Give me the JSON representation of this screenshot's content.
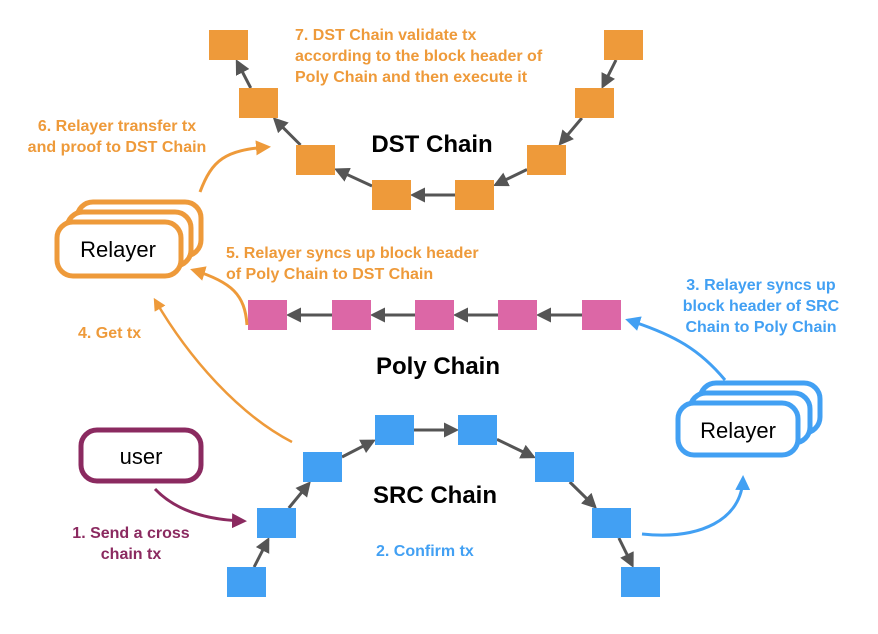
{
  "colors": {
    "orange": "#EE9A3A",
    "pink": "#DC67A6",
    "blue": "#42A0F3",
    "purple": "#8B2A60",
    "arrow_gray": "#555555",
    "text_black": "#000000"
  },
  "chains": {
    "dst": {
      "title": "DST Chain",
      "block_color": "orange",
      "block_count": 8
    },
    "poly": {
      "title": "Poly Chain",
      "block_color": "pink",
      "block_count": 5
    },
    "src": {
      "title": "SRC Chain",
      "block_color": "blue",
      "block_count": 8
    }
  },
  "actors": {
    "relayer_left": {
      "label": "Relayer",
      "color": "orange"
    },
    "relayer_right": {
      "label": "Relayer",
      "color": "blue"
    },
    "user": {
      "label": "user",
      "color": "purple"
    }
  },
  "steps": [
    {
      "id": 1,
      "lines": [
        "1. Send a cross",
        "chain tx"
      ],
      "color": "purple"
    },
    {
      "id": 2,
      "lines": [
        "2. Confirm tx"
      ],
      "color": "blue"
    },
    {
      "id": 3,
      "lines": [
        "3. Relayer syncs up",
        "block header of SRC",
        "Chain to Poly Chain"
      ],
      "color": "blue"
    },
    {
      "id": 4,
      "lines": [
        "4. Get tx"
      ],
      "color": "orange"
    },
    {
      "id": 5,
      "lines": [
        "5. Relayer syncs up block header",
        "of Poly Chain to DST Chain"
      ],
      "color": "orange"
    },
    {
      "id": 6,
      "lines": [
        "6. Relayer transfer tx",
        "and proof to DST Chain"
      ],
      "color": "orange"
    },
    {
      "id": 7,
      "lines": [
        "7. DST Chain validate tx",
        "according to the block header of",
        "Poly Chain and then execute it"
      ],
      "color": "orange"
    }
  ]
}
